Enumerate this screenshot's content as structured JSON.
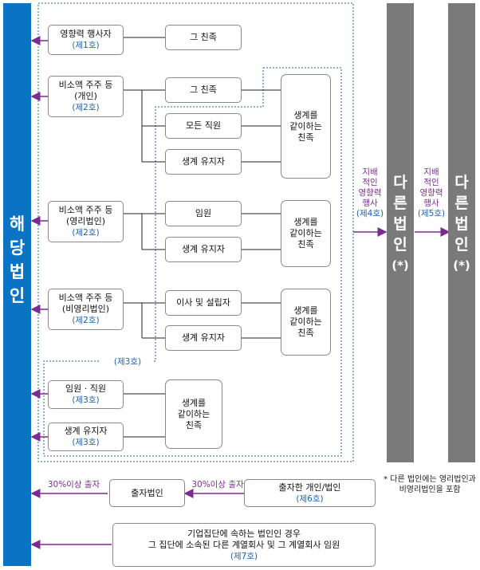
{
  "left_bar": {
    "chars": [
      "해",
      "당",
      "법",
      "인"
    ]
  },
  "other_corp_1": {
    "chars": [
      "다",
      "른",
      "법",
      "인",
      "(*)"
    ]
  },
  "other_corp_2": {
    "chars": [
      "다",
      "른",
      "법",
      "인",
      "(*)"
    ]
  },
  "nodes": {
    "influence": {
      "label": "영향력 행사자",
      "sub": "(제1호)"
    },
    "influence_rel": {
      "label": "그 친족"
    },
    "minor_ind": {
      "label1": "비소액 주주 등",
      "label2": "(개인)",
      "sub": "(제2호)"
    },
    "minor_ind_rel": {
      "label": "그 친족"
    },
    "all_staff": {
      "label": "모든 직원"
    },
    "dependent1": {
      "label": "생계 유지자"
    },
    "family1": {
      "line1": "생계를",
      "line2": "같이하는",
      "line3": "친족"
    },
    "minor_corp": {
      "label1": "비소액 주주 등",
      "label2": "(영리법인)",
      "sub": "(제2호)"
    },
    "executive": {
      "label": "임원"
    },
    "dependent2": {
      "label": "생계 유지자"
    },
    "family2": {
      "line1": "생계를",
      "line2": "같이하는",
      "line3": "친족"
    },
    "minor_np": {
      "label1": "비소액 주주 등",
      "label2": "(비영리법인)",
      "sub": "(제2호)"
    },
    "director": {
      "label": "이사 및 설립자"
    },
    "dependent3": {
      "label": "생계 유지자"
    },
    "family3": {
      "line1": "생계를",
      "line2": "같이하는",
      "line3": "친족"
    },
    "officer_staff": {
      "label": "임원 · 직원",
      "sub": "(제3호)"
    },
    "dependent4": {
      "label": "생계 유지자",
      "sub": "(제3호)"
    },
    "family4": {
      "line1": "생계를",
      "line2": "같이하는",
      "line3": "친족"
    },
    "invested_corp": {
      "label": "출자법인"
    },
    "investor": {
      "label": "출자한 개인/법인",
      "sub": "(제6호)"
    },
    "group": {
      "line1": "기업집단에 속하는 법인인 경우",
      "line2": "그 집단에 소속된 다른 계열회사 및 그 계열회사 임원",
      "sub": "(제7호)"
    }
  },
  "labels": {
    "item3": "(제3호)",
    "control1": {
      "l1": "지배",
      "l2": "적인",
      "l3": "영향력",
      "l4": "행사",
      "l5": "(제4호)"
    },
    "control2": {
      "l1": "지배",
      "l2": "적인",
      "l3": "영향력",
      "l4": "행사",
      "l5": "(제5호)"
    },
    "invest_left": "30%이상 출자",
    "invest_right": "30%이상 출자",
    "footnote1": "* 다른 법인에는 영리법인과",
    "footnote2": "비영리법인을 포함"
  },
  "colors": {
    "blue_bar": "#0a73c4",
    "gray_bar": "#7a7a7a",
    "purple": "#7b2c8f",
    "sub_blue": "#1f5fa8"
  }
}
